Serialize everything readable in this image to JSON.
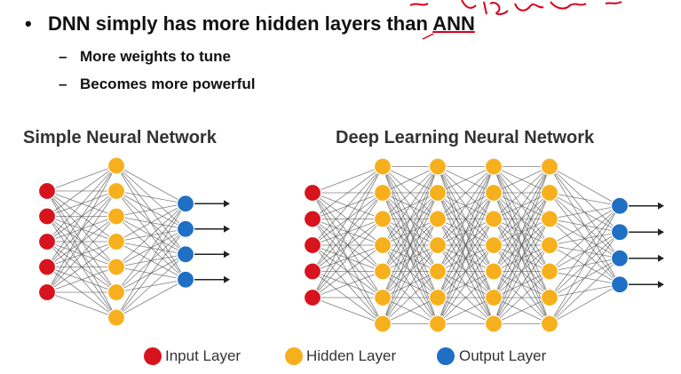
{
  "bullet": {
    "marker": "•",
    "text_before": "DNN simply has more hidden layers than ",
    "text_underlined": "ANN",
    "sub_marker": "–",
    "sub_items": [
      {
        "text": "More weights to tune"
      },
      {
        "text": "Becomes more powerful"
      }
    ]
  },
  "networks": {
    "simple_title": "Simple Neural Network",
    "deep_title": "Deep Learning Neural Network",
    "simple_layers": [
      5,
      7,
      4
    ],
    "deep_layers": [
      5,
      7,
      7,
      7,
      7,
      4
    ]
  },
  "legend": [
    {
      "label": "Input Layer",
      "color": "#d7141e"
    },
    {
      "label": "Hidden Layer",
      "color": "#f7b01d"
    },
    {
      "label": "Output Layer",
      "color": "#1f6fc4"
    }
  ],
  "colors": {
    "input": "#d7141e",
    "hidden": "#f7b01d",
    "output": "#1f6fc4",
    "connection": "#555555",
    "annotation_ink": "#d8001c"
  }
}
